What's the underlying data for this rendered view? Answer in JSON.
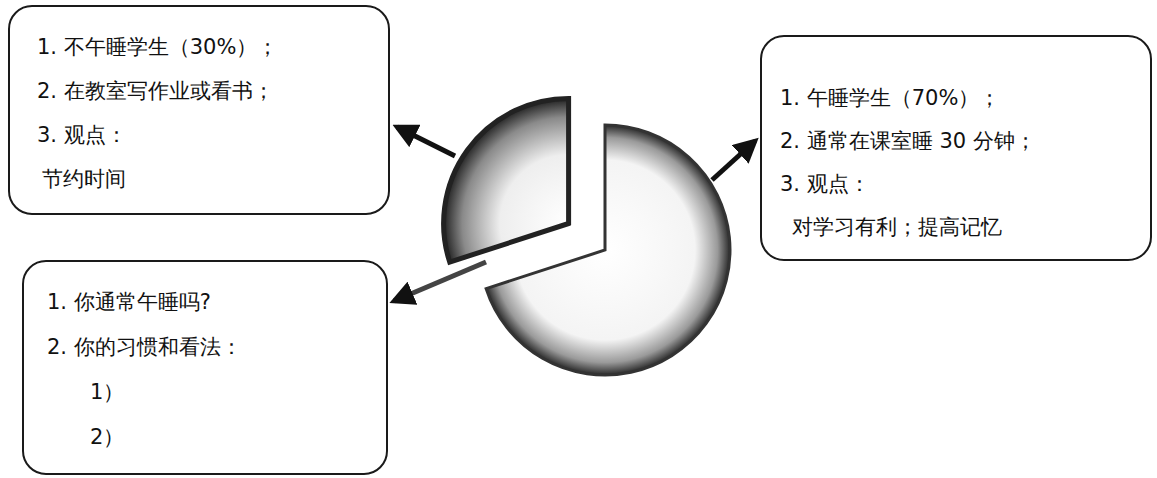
{
  "diagram": {
    "nodes": [
      {
        "text": [
          "1. 不午睡学生（30%）；",
          "2. 在教室写作业或看书；",
          "3. 观点：",
          "节约时间"
        ]
      },
      {
        "text": [
          "1. 午睡学生（70%）；",
          "2. 通常在课室睡 30 分钟；",
          "3. 观点：",
          "对学习有利；提高记忆"
        ]
      },
      {
        "text": [
          "1. 你通常午睡吗?",
          "2. 你的习惯和看法：",
          "1）",
          "2）"
        ]
      }
    ]
  }
}
